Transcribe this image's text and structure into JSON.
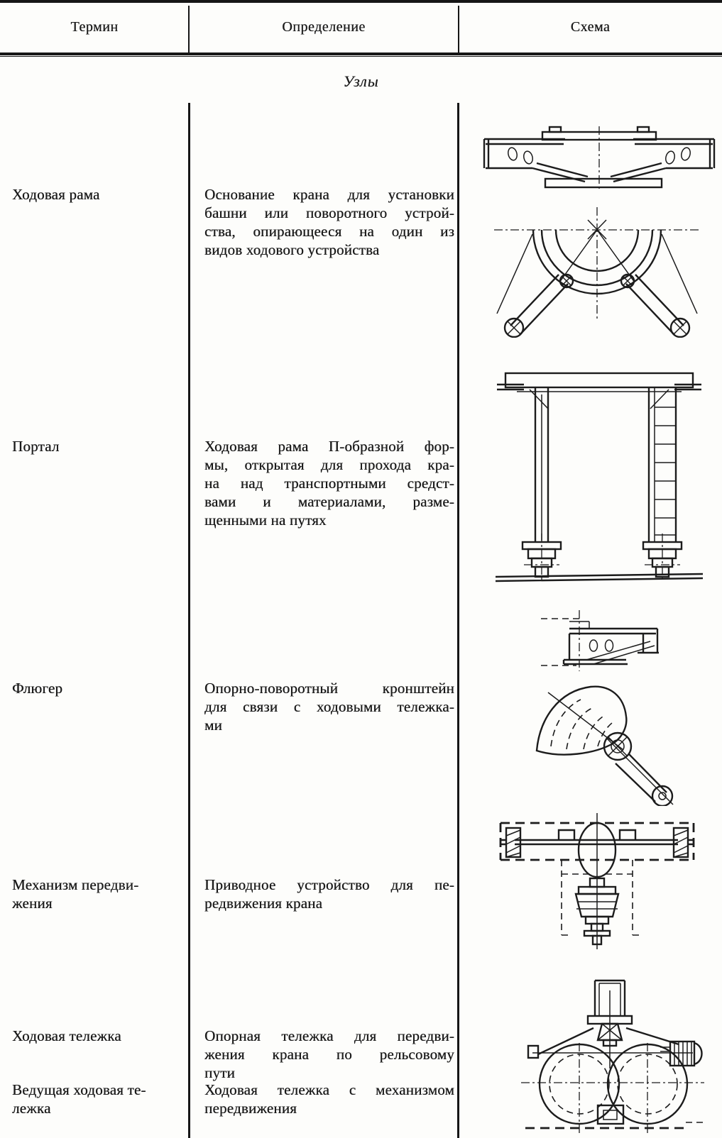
{
  "document": {
    "language": "ru",
    "ink_color": "#1b1b1b",
    "paper_color": "#fdfdfb",
    "header": {
      "columns": [
        {
          "label": "Термин"
        },
        {
          "label": "Определение"
        },
        {
          "label": "Схема"
        }
      ]
    },
    "section_title": "Узлы",
    "rows": [
      {
        "term": [
          "Ходовая рама"
        ],
        "definition": [
          "Основание крана для установки",
          "башни или поворотного устрой-",
          "ства, опирающееся на один из",
          "видов ходового устройства"
        ],
        "schemas": [
          "chassis-frame-side-view",
          "chassis-frame-plan-view"
        ]
      },
      {
        "term": [
          "Портал"
        ],
        "definition": [
          "Ходовая рама П-образной фор-",
          "мы, открытая для прохода кра-",
          "на над транспортными средст-",
          "вами и материалами, разме-",
          "щенными на путях"
        ],
        "schemas": [
          "portal-gantry-frame"
        ]
      },
      {
        "term": [
          "Флюгер"
        ],
        "definition": [
          "Опорно-поворотный кронштейн",
          "для связи с ходовыми тележка-",
          "ми"
        ],
        "schemas": [
          "slewing-bracket-side-view",
          "slewing-bracket-pivot-arm-view"
        ]
      },
      {
        "term": [
          "Механизм передви-",
          "жения"
        ],
        "definition": [
          "Приводное устройство для пе-",
          "редвижения крана"
        ],
        "schemas": [
          "travel-mechanism-drive"
        ]
      },
      {
        "term": [
          "Ходовая тележка"
        ],
        "definition": [
          "Опорная тележка для передви-",
          "жения крана по рельсовому",
          "пути"
        ],
        "schemas": [
          "travel-trolley"
        ]
      },
      {
        "term": [
          "Ведущая ходовая те-",
          "лежка"
        ],
        "definition": [
          "Ходовая тележка с механизмом",
          "передвижения"
        ],
        "schemas": []
      }
    ]
  }
}
